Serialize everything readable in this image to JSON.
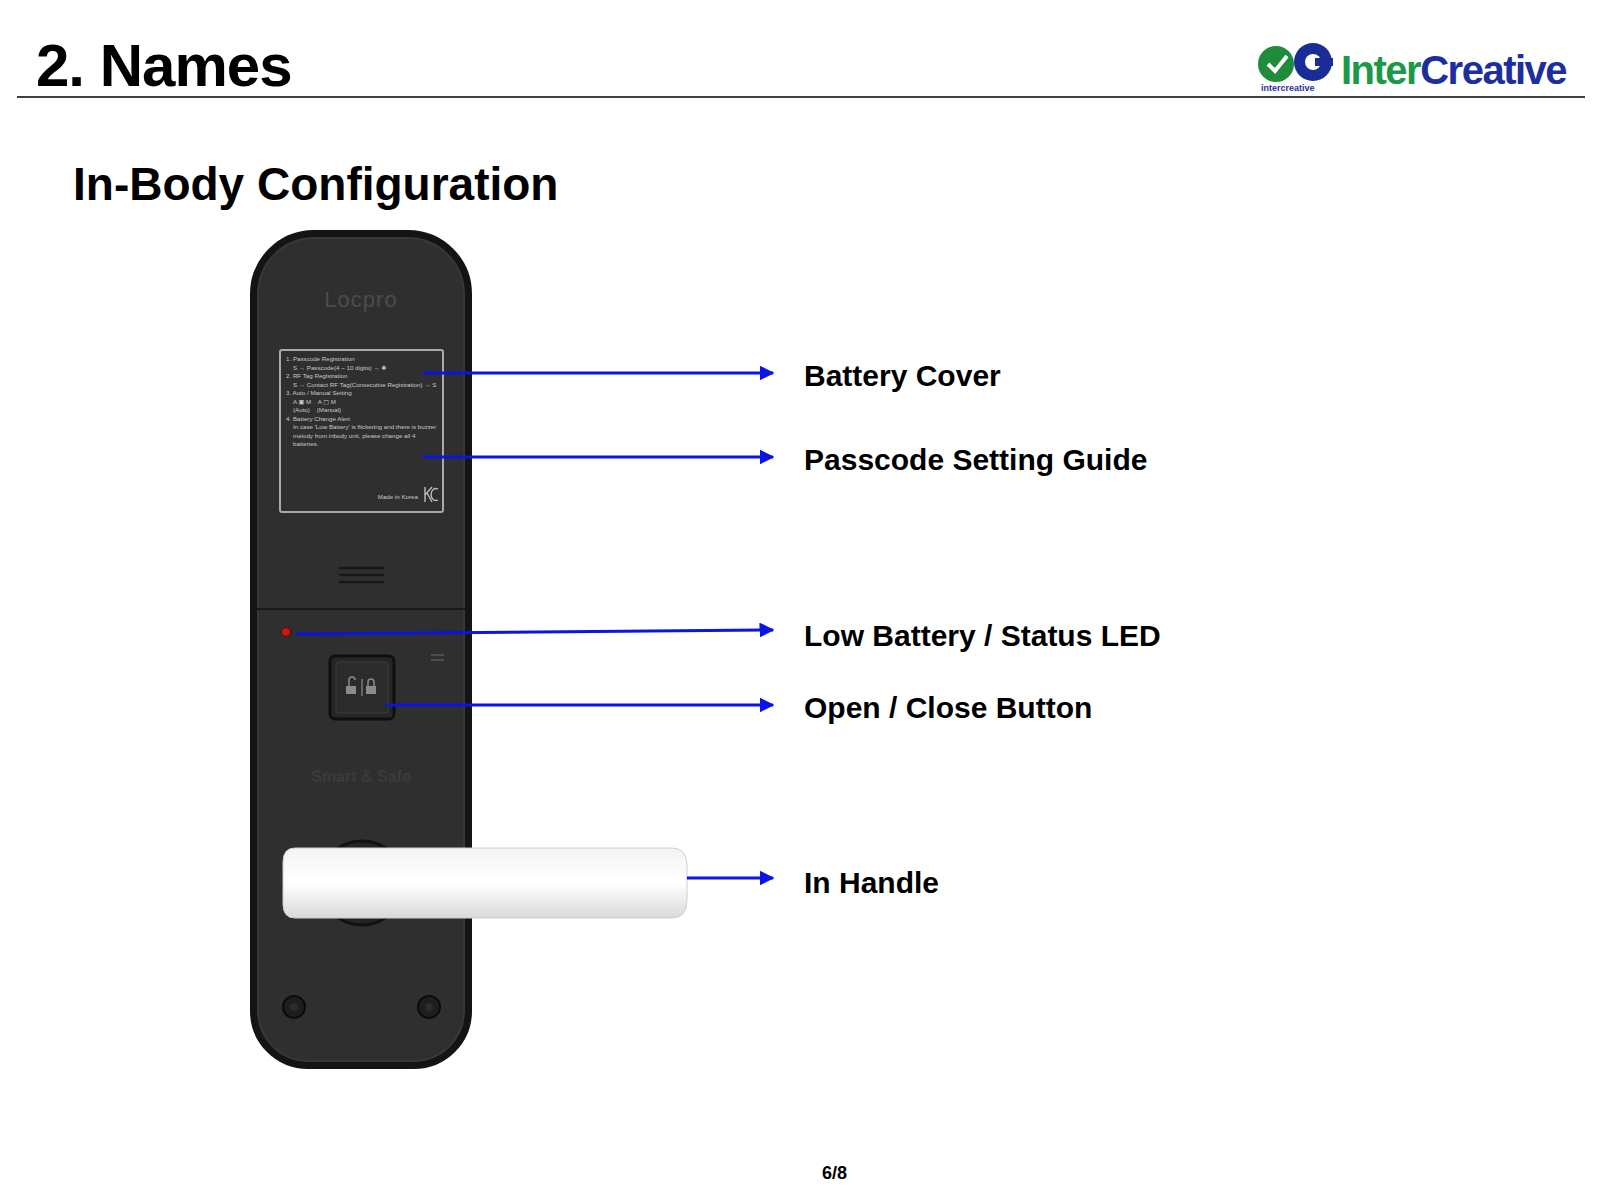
{
  "diagram": {
    "title": "2. Names",
    "nodes": [
      {
        "text": [
          "Locpro",
          "Smart & Safe"
        ]
      },
      {
        "text": [
          "1. Passcode Registration",
          "S → Passcode(4 ~ 10 digits) → ✱",
          "2. RF Tag Registration",
          "S → Contact RF Tag(Consecutive Registration) → S",
          "3. Auto / Manual Setting",
          "A ▣ M    A ▢ M",
          "(Auto)    (Manual)",
          "4. Battery Change Alert",
          "In case 'Low Battery' is flickering and there is buzzer melody from inbody unit, please change all 4 batteries.",
          "Made in Korea"
        ],
        "in": 0
      }
    ],
    "labels": [
      "Inter",
      "Creative",
      "intercreative",
      "In-Body Configuration",
      "Battery Cover",
      "Passcode Setting Guide",
      "Low Battery / Status LED",
      "Open / Close Button",
      "In Handle",
      "6/8"
    ]
  }
}
